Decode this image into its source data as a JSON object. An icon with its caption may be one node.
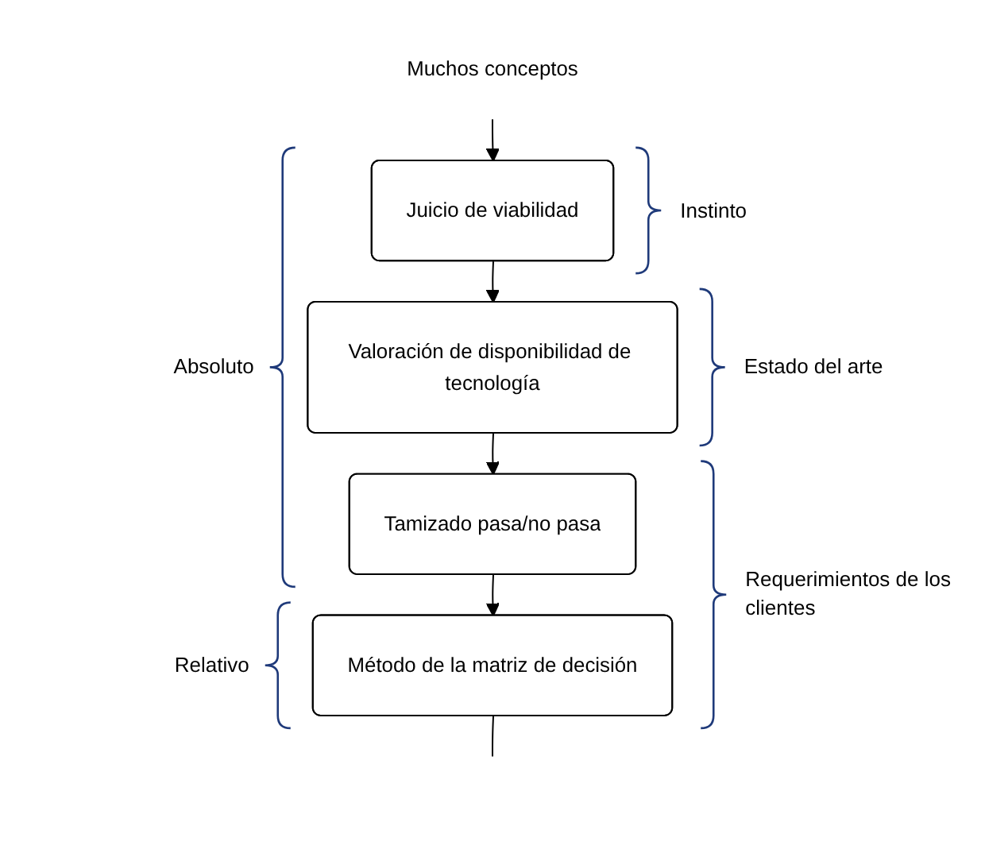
{
  "diagram": {
    "nodes": [
      {
        "text": [
          "Muchos conceptos"
        ]
      },
      {
        "text": [
          "Juicio de viabilidad"
        ]
      },
      {
        "text": [
          "Valoración de disponibilidad de tecnología"
        ]
      },
      {
        "text": [
          "Tamizado pasa/no pasa"
        ]
      },
      {
        "text": [
          "Método de la matriz de decisión"
        ]
      }
    ],
    "edges": [
      {
        "from": 0,
        "to": 1,
        "arrow": "to"
      },
      {
        "from": 1,
        "to": 2,
        "arrow": "to"
      },
      {
        "from": 2,
        "to": 3,
        "arrow": "to"
      },
      {
        "from": 3,
        "to": 4,
        "arrow": "to"
      },
      {
        "from": 4,
        "to": null,
        "arrow": "none"
      }
    ],
    "labels": [
      "Instinto",
      "Estado del arte",
      "Absoluto",
      "Requerimientos de los clientes",
      "Relativo"
    ]
  }
}
